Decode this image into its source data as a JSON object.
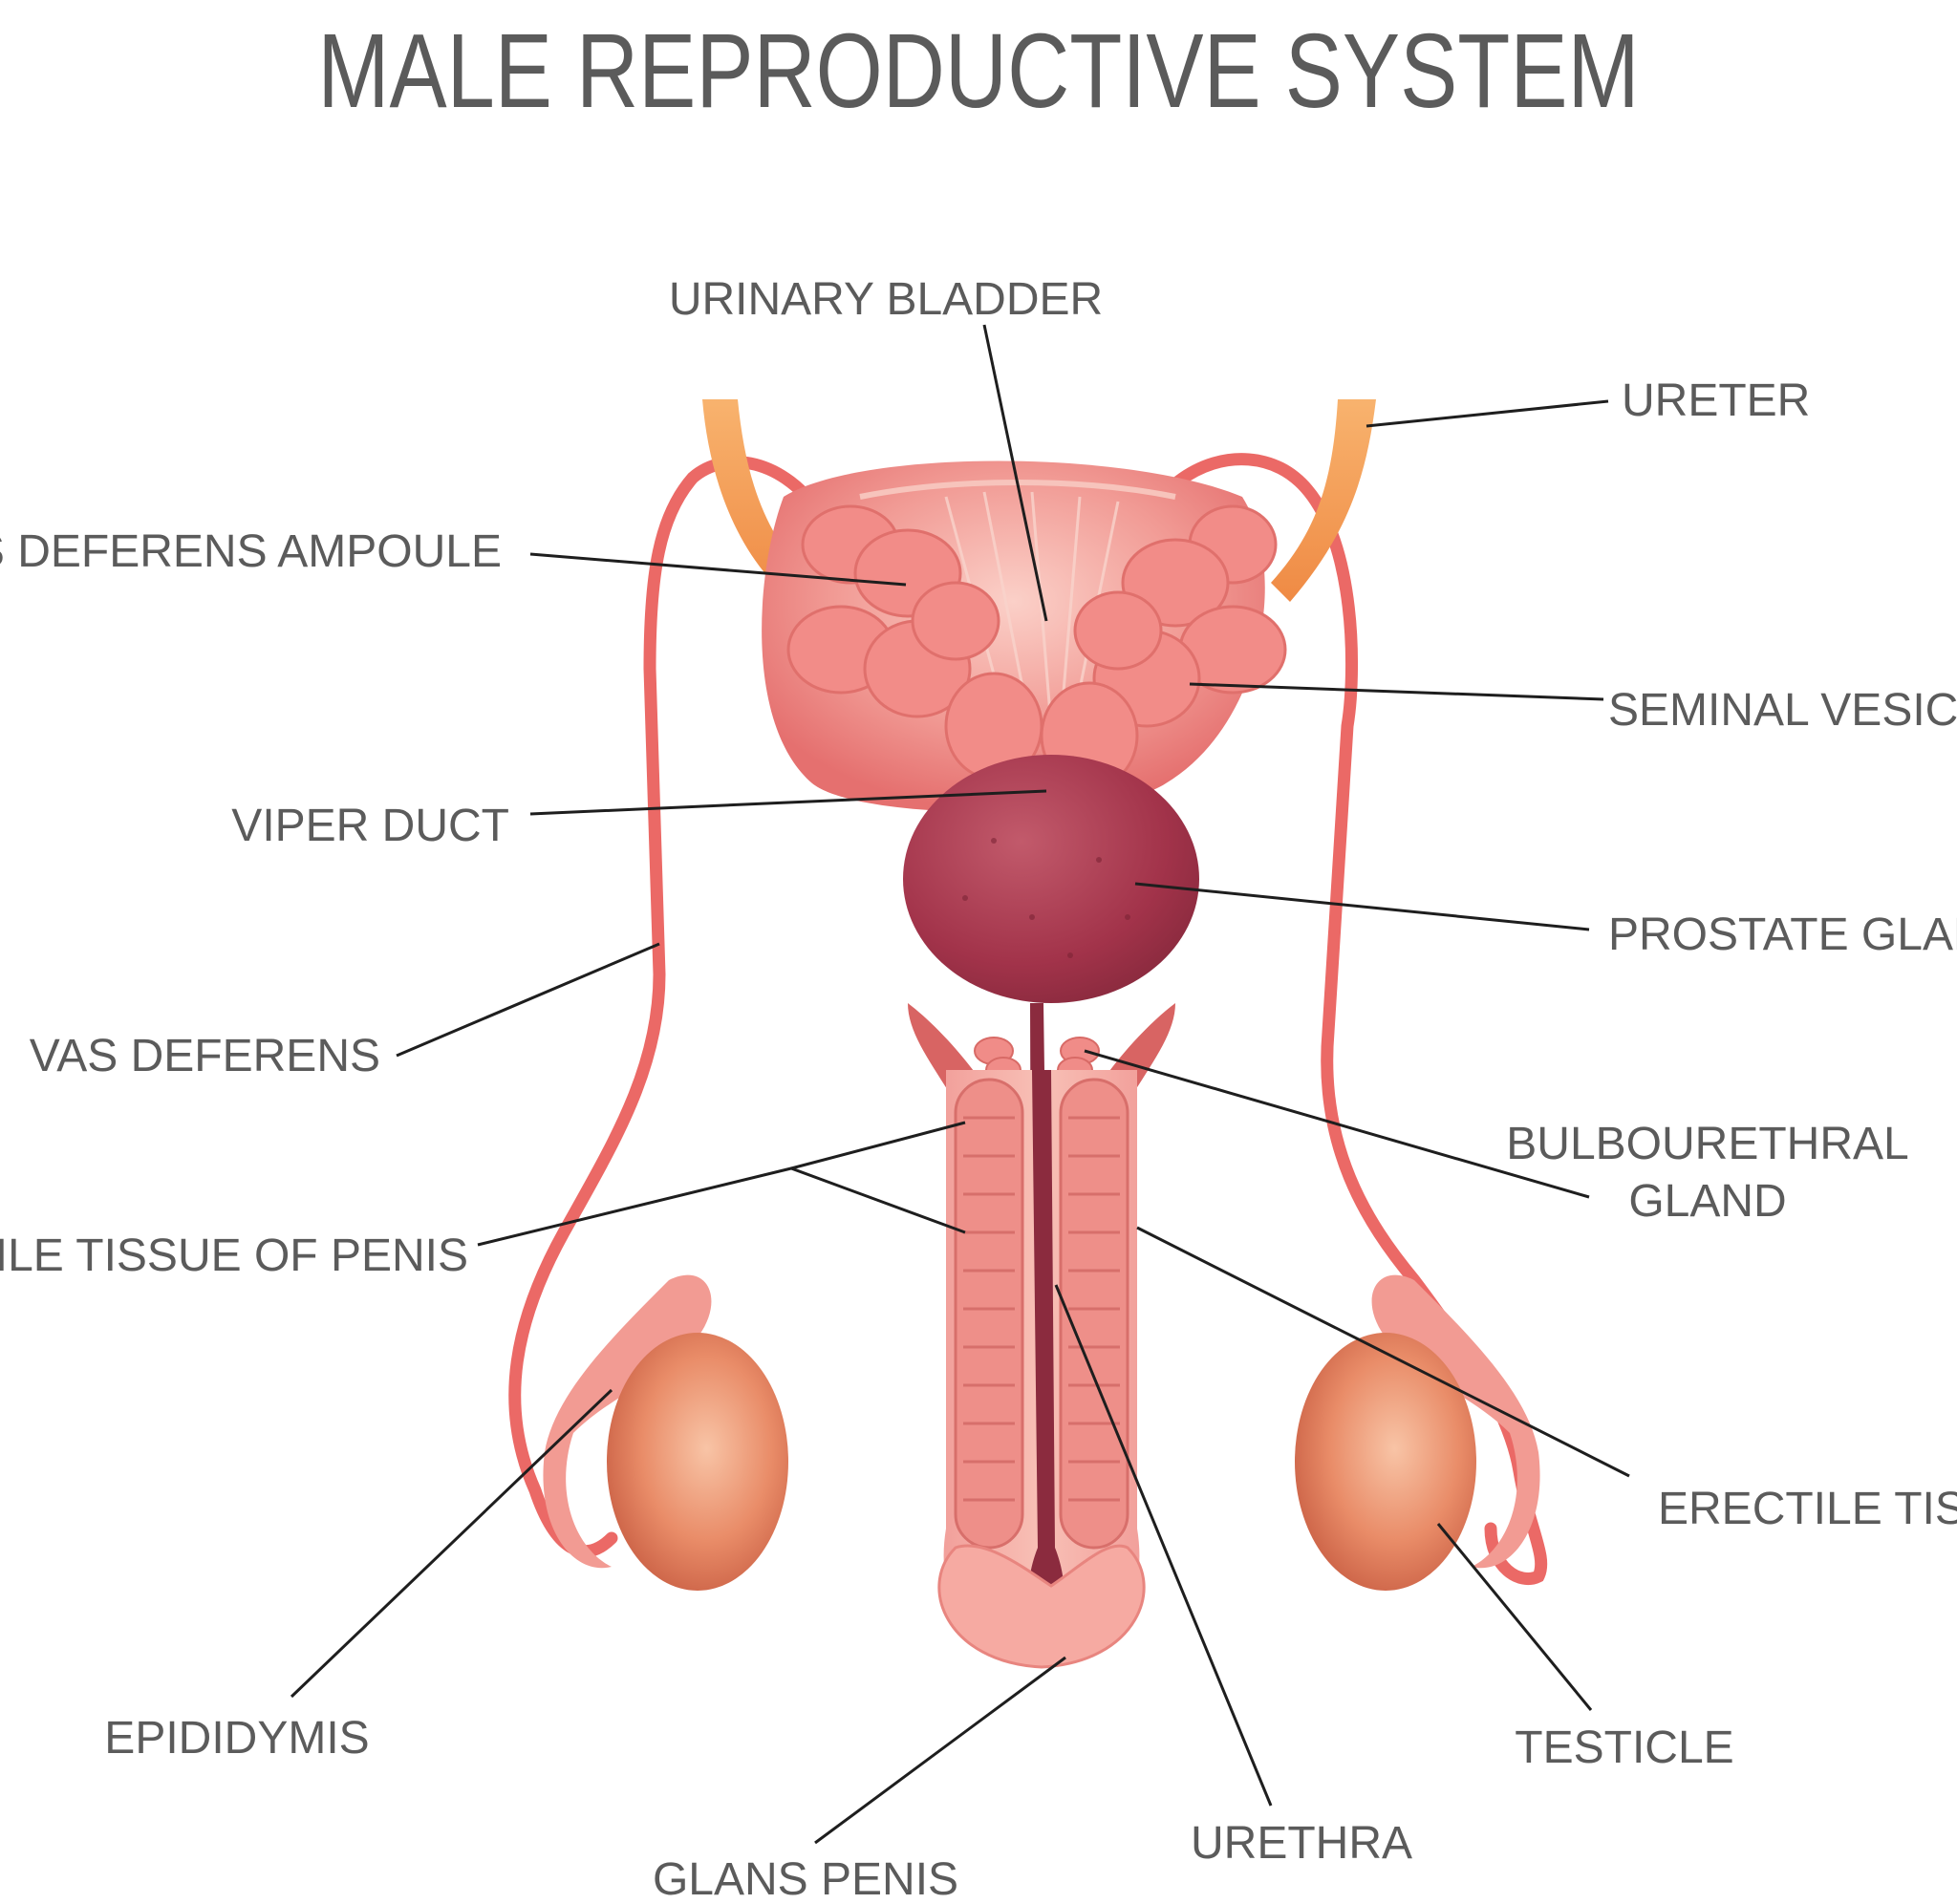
{
  "title": "MALE REPRODUCTIVE SYSTEM",
  "labels": {
    "urinary_bladder": "URINARY BLADDER",
    "ureter": "URETER",
    "vas_deferens_ampoule": "VAS DEFERENS AMPOULE",
    "seminal_vesicle": "SEMINAL VESICLE",
    "viper_duct": "VIPER DUCT",
    "prostate_gland": "PROSTATE GLAND",
    "vas_deferens": "VAS DEFERENS",
    "bulbourethral_line1": "BULBOURETHRAL",
    "bulbourethral_line2": "GLAND",
    "erectile_tissue_of_penis": "ERECTILE TISSUE OF PENIS",
    "erectile_tissue": "ERECTILE TISSUE",
    "epididymis": "EPIDIDYMIS",
    "testicle": "TESTICLE",
    "glans_penis": "GLANS PENIS",
    "urethra": "URETHRA"
  },
  "colors": {
    "text": "#5b5b5b",
    "leader": "#1e1e1e",
    "tissue": "#ef8a87",
    "tissue_light": "#f6b3a8",
    "duct": "#e9605f",
    "ureter": "#f4a25a",
    "prostate": "#a8384f",
    "testis": "#e98c68"
  }
}
